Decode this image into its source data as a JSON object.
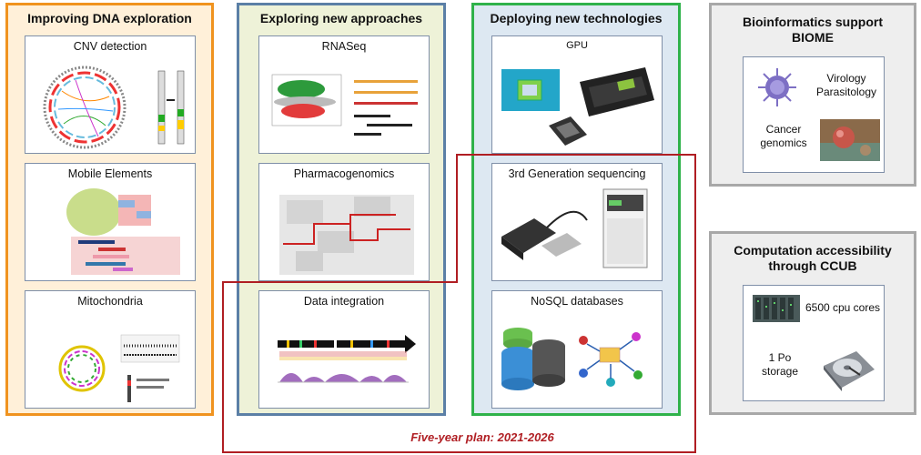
{
  "columns": {
    "dna": {
      "title": "Improving DNA exploration",
      "border": "#f0931f",
      "bg": "#fff0d9",
      "cards": [
        "CNV detection",
        "Mobile Elements",
        "Mitochondria"
      ]
    },
    "approaches": {
      "title": "Exploring new approaches",
      "border": "#5b7fa6",
      "bg": "#eef2d8",
      "cards": [
        "RNASeq",
        "Pharmacogenomics",
        "Data integration"
      ]
    },
    "tech": {
      "title": "Deploying new technologies",
      "border": "#2fb24a",
      "bg": "#dde8f2",
      "cards": [
        "GPU",
        "3rd Generation sequencing",
        "NoSQL databases"
      ]
    }
  },
  "biome": {
    "title_line1": "Bioinformatics support",
    "title_line2": "BIOME",
    "virology": "Virology",
    "parasitology": "Parasitology",
    "cancer": "Cancer",
    "genomics": "genomics"
  },
  "ccub": {
    "title_line1": "Computation accessibility",
    "title_line2": "through CCUB",
    "cores": "6500 cpu cores",
    "storage_line1": "1 Po",
    "storage_line2": "storage"
  },
  "plan": {
    "label": "Five-year plan: 2021-2026",
    "color": "#b01e23"
  }
}
